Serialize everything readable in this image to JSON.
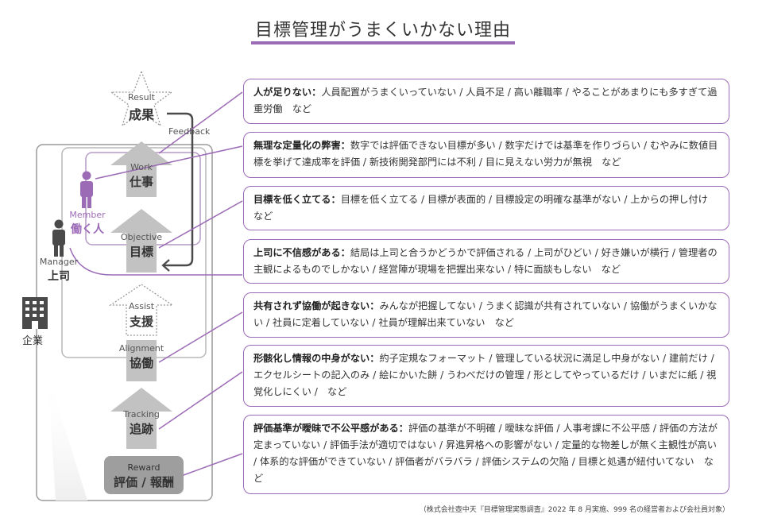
{
  "title": "目標管理がうまくいかない理由",
  "diagram": {
    "result": {
      "en": "Result",
      "jp": "成果"
    },
    "feedback": "Feedback",
    "work": {
      "en": "Work",
      "jp": "仕事"
    },
    "objective": {
      "en": "Objective",
      "jp": "目標"
    },
    "assist": {
      "en": "Assist",
      "jp": "支援"
    },
    "alignment": {
      "en": "Alignment",
      "jp": "協働"
    },
    "tracking": {
      "en": "Tracking",
      "jp": "追跡"
    },
    "reward": {
      "en": "Reward",
      "jp": "評価 / 報酬"
    },
    "member": {
      "en": "Member",
      "jp": "働く人"
    },
    "manager": {
      "en": "Manager",
      "jp": "上司"
    },
    "company": "企業"
  },
  "reasons": [
    {
      "heading": "人が足りない：",
      "body": "人員配置がうまくいっていない / 人員不足 / 高い離職率 / やることがあまりにも多すぎて過重労働　など"
    },
    {
      "heading": "無理な定量化の弊害：",
      "body": "数字では評価できない目標が多い / 数字だけでは基準を作りづらい / むやみに数値目標を挙げて達成率を評価 / 新技術開発部門には不利 / 目に見えない労力が無視　など"
    },
    {
      "heading": "目標を低く立てる：",
      "body": "目標を低く立てる / 目標が表面的 / 目標設定の明確な基準がない / 上からの押し付け　など"
    },
    {
      "heading": "上司に不信感がある：",
      "body": "結局は上司と合うかどうかで評価される / 上司がひどい / 好き嫌いが横行 / 管理者の主観によるものでしかない / 経営陣が現場を把握出来ない / 特に面談もしない　など"
    },
    {
      "heading": "共有されず協働が起きない：",
      "body": "みんなが把握してない / うまく認識が共有されていない / 協働がうまくいかない / 社員に定着していない / 社員が理解出来ていない　など"
    },
    {
      "heading": "形骸化し情報の中身がない：",
      "body": "約子定規なフォーマット / 管理している状況に満足し中身がない / 建前だけ / エクセルシートの記入のみ / 絵にかいた餅 / うわべだけの管理 / 形としてやっているだけ / いまだに紙 / 視覚化しにくい /　など"
    },
    {
      "heading": "評価基準が曖昧で不公平感がある：",
      "body": "評価の基準が不明確 / 曖昧な評価 / 人事考課に不公平感 / 評価の方法が定まっていない / 評価手法が適切ではない / 昇進昇格への影響がない / 定量的な物差しが無く主観性が高い / 体系的な評価ができていない / 評価者がバラバラ / 評価システムの欠陥 / 目標と処遇が紐付いてない　など"
    }
  ],
  "source": "（株式会社壺中天『目標管理実態調査』2022 年 8 月実施、999 名の経営者および会社員対象）",
  "colors": {
    "accent": "#9c6bb6",
    "arrow_gray": "#b5b5b5",
    "dark_gray": "#4a4a4a"
  }
}
